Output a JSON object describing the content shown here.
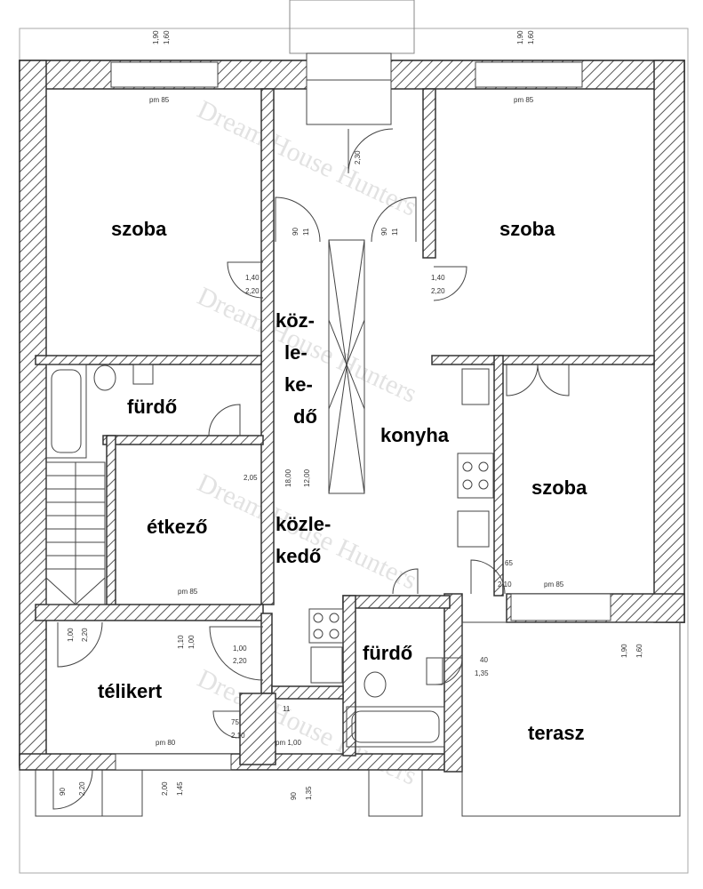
{
  "rooms": {
    "szoba_nw": "szoba",
    "szoba_ne": "szoba",
    "szoba_e": "szoba",
    "kozlekedo_1": [
      "köz-",
      "le-",
      "ke-",
      "dő"
    ],
    "kozlekedo_2": [
      "közle-",
      "kedő"
    ],
    "furdo_1": "fürdő",
    "furdo_2": "fürdő",
    "konyha": "konyha",
    "etkezo": "étkező",
    "telikert": "télikert",
    "terasz": "terasz"
  },
  "dimensions": {
    "d1": "1,90",
    "d2": "1,60",
    "d3": "pm 85",
    "d4": "1,90",
    "d5": "1,60",
    "d6": "pm 85",
    "d7": "2,30",
    "d8": "90",
    "d9": "11",
    "d10": "1,40",
    "d11": "2,20",
    "d12": "1,40",
    "d13": "2,20",
    "d14": "90",
    "d15": "11",
    "d16": "2,05",
    "d17": "18,00",
    "d18": "12,00",
    "d19": "pm 85",
    "d20": "1,00",
    "d21": "2,20",
    "d22": "1,10",
    "d23": "1,00",
    "d24": "1,00",
    "d25": "2,20",
    "d26": "40",
    "d27": "1,35",
    "d28": "75",
    "d29": "2,10",
    "d30": "11",
    "d31": "pm 1,00",
    "d32": "pm 80",
    "d33": "90",
    "d34": "2,20",
    "d35": "2,00",
    "d36": "1,45",
    "d37": "90",
    "d38": "1,35",
    "d39": "1,90",
    "d40": "1,60",
    "d41": "pm 85",
    "d42": "2,10",
    "d43": "65"
  },
  "watermark": "Dream House Hunters"
}
